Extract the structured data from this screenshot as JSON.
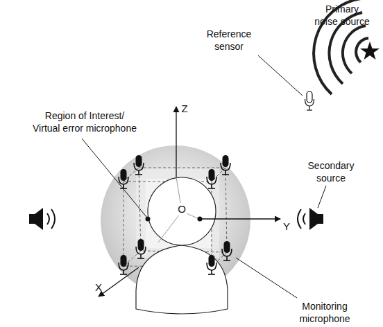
{
  "diagram": {
    "labels": [
      "Primary noise source",
      "Reference sensor",
      "Region of Interest/ Virtual error microphone",
      "Z",
      "Y",
      "X",
      "O",
      "Secondary source",
      "Monitoring microphone"
    ]
  }
}
